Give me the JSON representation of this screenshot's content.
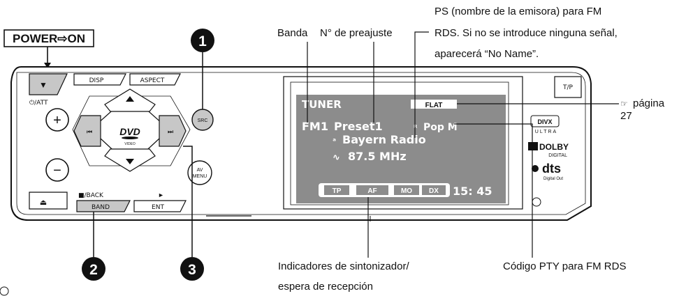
{
  "power_label": "POWER⇨ON",
  "callouts": {
    "n1": "1",
    "n2": "2",
    "n3": "3"
  },
  "annotations": {
    "banda": "Banda",
    "preset_no": "N° de preajuste",
    "ps_line1": "PS (nombre de la emisora) para FM",
    "ps_line2": "RDS. Si no se introduce ninguna señal,",
    "ps_line3": "aparecerá “No Name”.",
    "page_ref_word": "página",
    "page_ref_num": "27",
    "indicators_line1": "Indicadores de sintonizador/",
    "indicators_line2": "espera de recepción",
    "pty_code": "Código PTY para FM RDS"
  },
  "buttons": {
    "disp": "DISP",
    "aspect": "ASPECT",
    "tp": "T/P",
    "src": "SRC",
    "av_menu_1": "AV",
    "av_menu_2": "MENU",
    "band": "BAND",
    "ent": "ENT",
    "att": "⏻/ATT",
    "back": "■/BACK",
    "play": "►",
    "plus": "+",
    "minus": "−",
    "eject": "⏏",
    "power": "▼",
    "prev": "⏮",
    "next": "⏭"
  },
  "display": {
    "source": "TUNER",
    "eq": "FLAT",
    "band": "FM1",
    "preset": "Preset1",
    "station": "Bayern Radio",
    "frequency": "87.5 MHz",
    "pty": "Pop M",
    "clock": "15: 45",
    "indicators": [
      "TP",
      "AF",
      "MO",
      "DX"
    ]
  },
  "logos": {
    "dvd": "DVD",
    "dvd_sub": "VIDEO",
    "divx": "DIVX",
    "divx_sub": "ULTRA",
    "dolby": "DOLBY",
    "dolby_sub": "DIGITAL",
    "dts": "dts",
    "dts_sub": "Digital Out"
  }
}
